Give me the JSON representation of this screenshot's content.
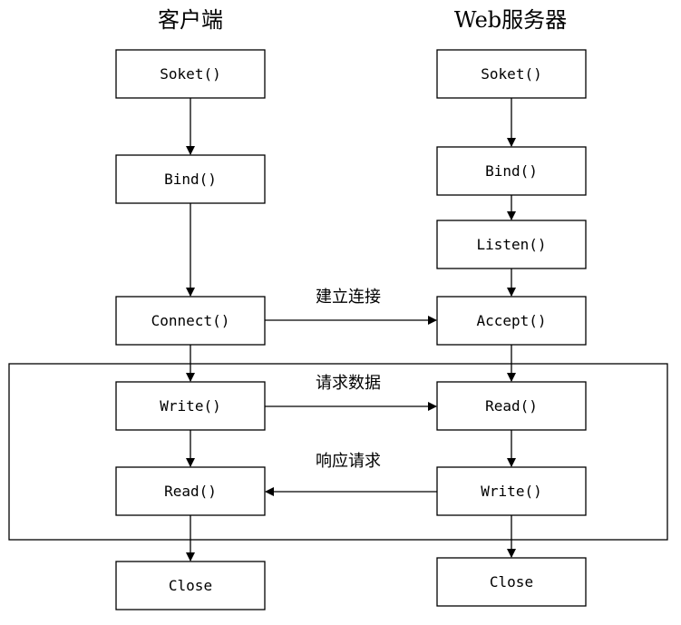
{
  "diagram": {
    "client_title": "客户端",
    "server_title": "Web服务器",
    "client_steps": {
      "socket": "Soket()",
      "bind": "Bind()",
      "connect": "Connect()",
      "write": "Write()",
      "read": "Read()",
      "close": "Close"
    },
    "server_steps": {
      "socket": "Soket()",
      "bind": "Bind()",
      "listen": "Listen()",
      "accept": "Accept()",
      "read": "Read()",
      "write": "Write()",
      "close": "Close"
    },
    "edges": {
      "connect_label": "建立连接",
      "request_label": "请求数据",
      "response_label": "响应请求"
    }
  }
}
